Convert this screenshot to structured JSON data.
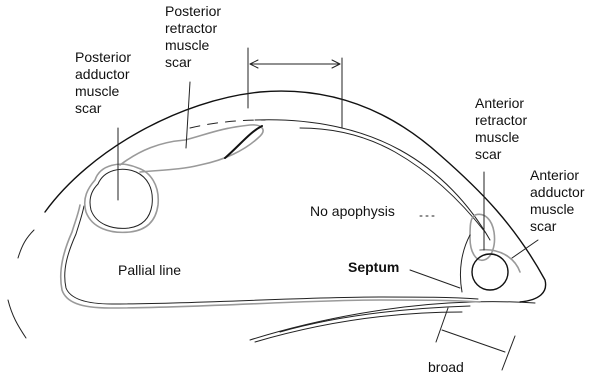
{
  "labels": {
    "posterior_adductor": [
      "Posterior",
      "adductor",
      "muscle",
      "scar"
    ],
    "posterior_retractor": [
      "Posterior",
      "retractor",
      "muscle",
      "scar"
    ],
    "anterior_retractor": [
      "Anterior",
      "retractor",
      "muscle",
      "scar"
    ],
    "anterior_adductor": [
      "Anterior",
      "adductor",
      "muscle",
      "scar"
    ],
    "no_apophysis": "No apophysis",
    "pallial_line": "Pallial line",
    "septum": "Septum",
    "broad": "broad"
  }
}
